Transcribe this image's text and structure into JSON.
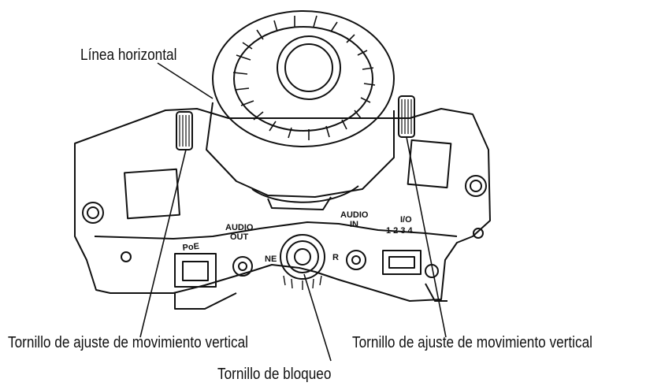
{
  "figure": {
    "callouts": {
      "horizontal_line": "Línea horizontal",
      "tilt_screw_left": "Tornillo de ajuste de movimiento vertical",
      "tilt_screw_right": "Tornillo de ajuste de movimiento vertical",
      "lock_screw": "Tornillo de bloqueo"
    },
    "device_markings": {
      "poe": "PoE",
      "audio_out_1": "AUDIO",
      "audio_out_2": "OUT",
      "audio_in_1": "AUDIO",
      "audio_in_2": "IN",
      "io_1": "I/O",
      "io_2": "1 2 3 4",
      "lock_left": "NE",
      "lock_right": "R"
    }
  }
}
